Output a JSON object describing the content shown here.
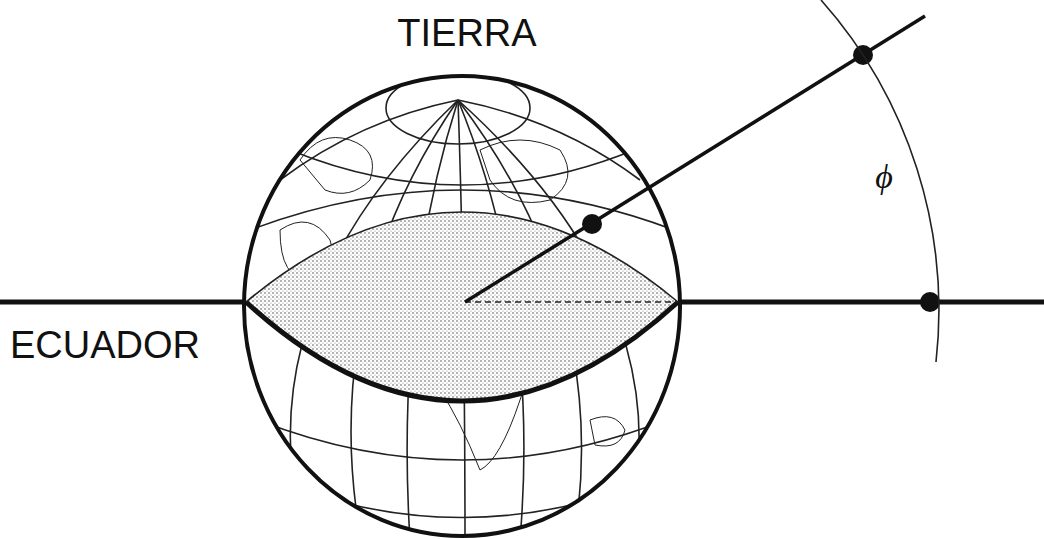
{
  "diagram": {
    "labels": [
      "TIERRA",
      "ECUADOR",
      "ϕ"
    ]
  }
}
